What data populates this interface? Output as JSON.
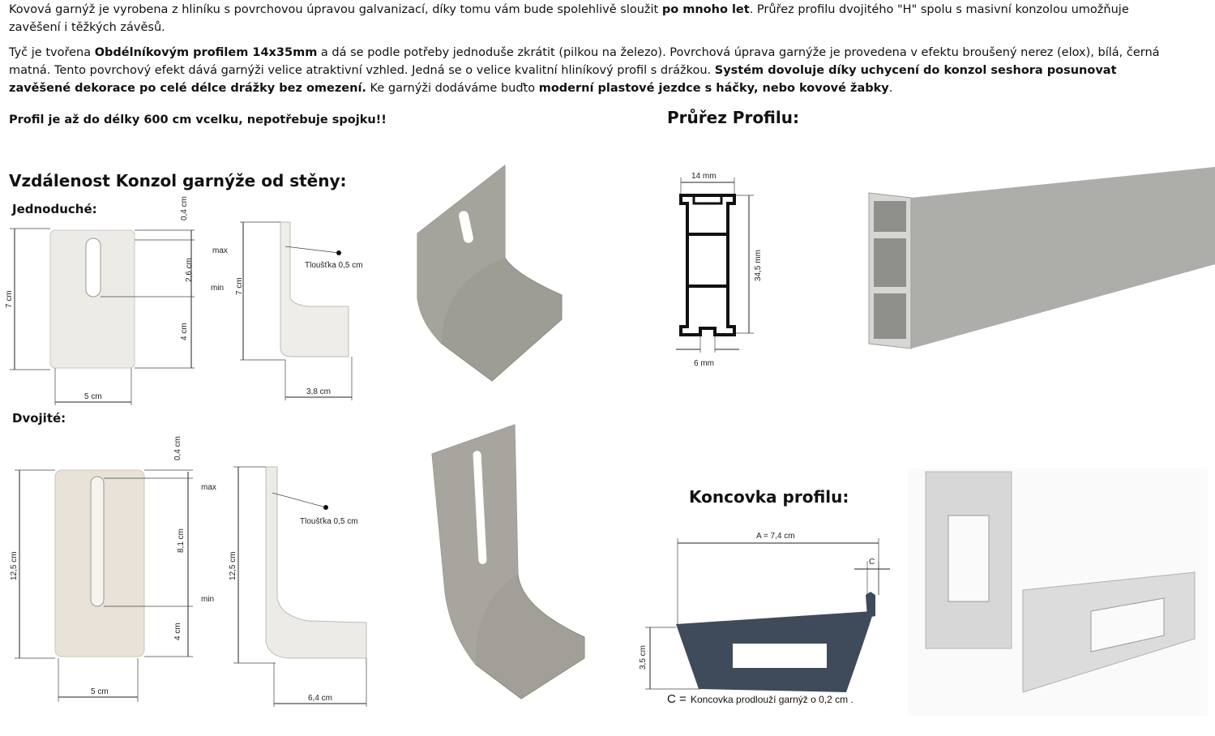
{
  "intro": {
    "p1_a": "Kovová garnýž je vyrobena z hliníku s povrchovou úpravou galvanizací, díky tomu vám bude spolehlivě sloužit ",
    "p1_b": "po mnoho let",
    "p1_c": ". Průřez profilu dvojitého \"H\" spolu s masivní konzolou umožňuje zavěšení i těžkých závěsů.",
    "p2_a": " Tyč je tvořena ",
    "p2_b": "Obdélníkovým profilem 14x35mm",
    "p2_c": " a dá se podle potřeby jednoduše zkrátit (pilkou na železo). Povrchová úprava garnýže je provedena v efektu broušený nerez (elox), bílá, černá matná. Tento povrchový efekt dává garnýži velice atraktivní vzhled. Jedná se o velice kvalitní hliníkový profil s drážkou. ",
    "p2_d": "Systém dovoluje díky uchycení do konzol seshora posunovat zavěšené dekorace po celé délce drážky bez omezení.",
    "p2_e": " Ke garnýži dodáváme buďto ",
    "p2_f": "moderní plastové jezdce s háčky, nebo kovové žabky",
    "p2_g": ".",
    "p3": "Profil je až do délky 600 cm vcelku, nepotřebuje spojku!!"
  },
  "headings": {
    "distance": "Vzdálenost Konzol garnýže od stěny:",
    "single": "Jednoduché:",
    "double": "Dvojité:",
    "profile": "Průřez Profilu:",
    "endcap": "Koncovka profilu:"
  },
  "single_bracket": {
    "height": "7 cm",
    "top": "0,4 cm",
    "slot": "2,6 cm",
    "bottom": "4 cm",
    "width": "5 cm",
    "max": "max",
    "min": "min",
    "side_height": "7 cm",
    "thickness": "Tloušťka 0,5 cm",
    "depth": "3,8 cm"
  },
  "double_bracket": {
    "height": "12,5 cm",
    "top": "0,4 cm",
    "slot": "8,1 cm",
    "bottom": "4 cm",
    "width": "5 cm",
    "max": "max",
    "min": "min",
    "side_height": "12,5 cm",
    "thickness": "Tloušťka 0,5 cm",
    "depth": "6,4 cm"
  },
  "profile_dims": {
    "width": "14 mm",
    "height": "34,5 mm",
    "groove": "6 mm"
  },
  "endcap_dims": {
    "length": "A = 7,4 cm",
    "c": "C",
    "height": "3,5 cm",
    "note_c": "C = ",
    "note": "Koncovka prodlouží garnýž o 0,2 cm ."
  }
}
